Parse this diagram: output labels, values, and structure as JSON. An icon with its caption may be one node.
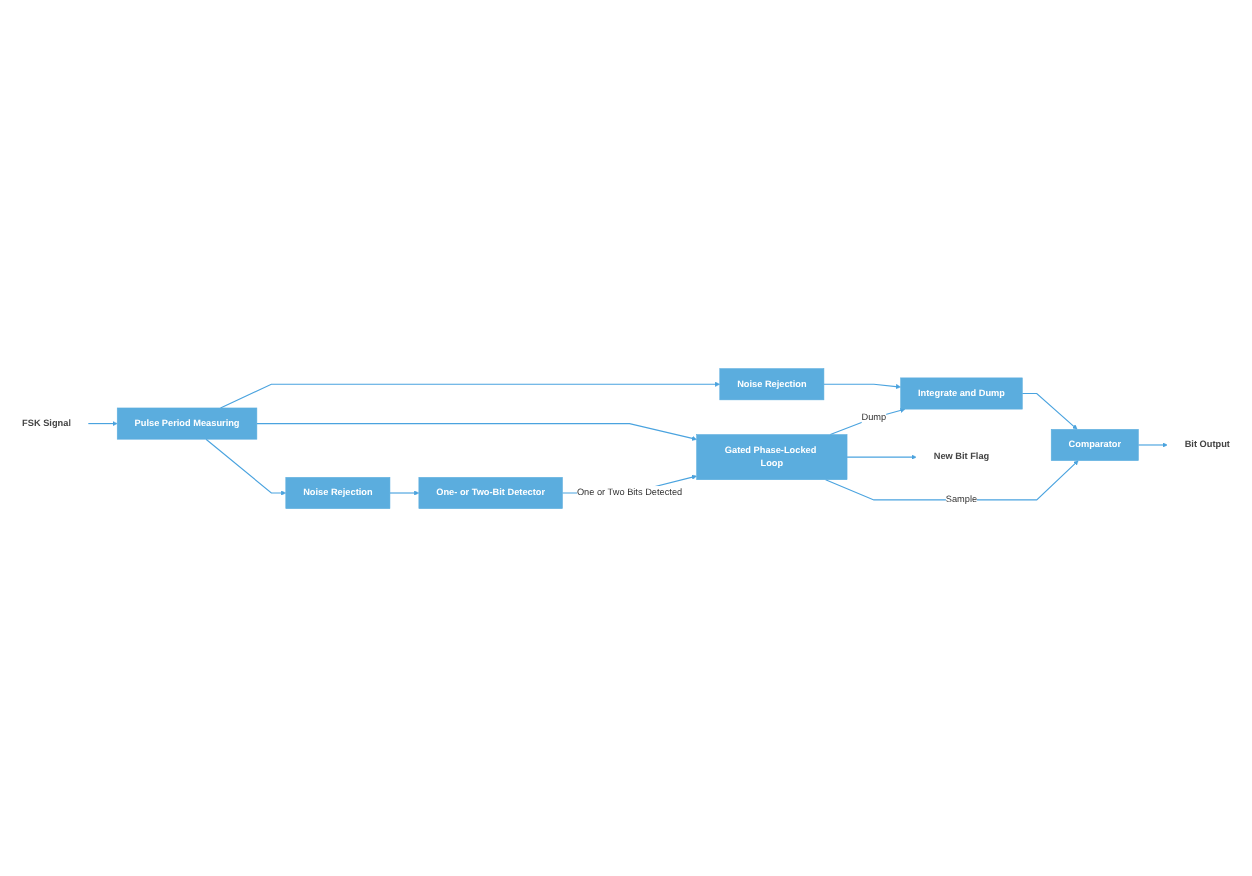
{
  "diagram": {
    "nodes": [
      {
        "text": [
          "FSK Signal"
        ]
      },
      {
        "text": [
          "Pulse Period Measuring"
        ]
      },
      {
        "text": [
          "Noise Rejection"
        ]
      },
      {
        "text": [
          "Integrate and Dump"
        ]
      },
      {
        "text": [
          "Comparator"
        ]
      },
      {
        "text": [
          "Bit Output"
        ]
      },
      {
        "text": [
          "Gated Phase-Locked Loop"
        ]
      },
      {
        "text": [
          "New Bit Flag"
        ]
      },
      {
        "text": [
          "Noise Rejection"
        ]
      },
      {
        "text": [
          "One- or Two-Bit Detector"
        ]
      }
    ],
    "edges": [
      {
        "from": 0,
        "to": 1,
        "arrow": "to"
      },
      {
        "from": 1,
        "to": 2,
        "arrow": "to"
      },
      {
        "from": 1,
        "to": 6,
        "arrow": "to"
      },
      {
        "from": 1,
        "to": 8,
        "arrow": "to"
      },
      {
        "from": 2,
        "to": 3,
        "arrow": "to"
      },
      {
        "from": 3,
        "to": 4,
        "arrow": "to"
      },
      {
        "from": 4,
        "to": 5,
        "arrow": "to"
      },
      {
        "from": 6,
        "to": 3,
        "label": "Dump",
        "arrow": "to"
      },
      {
        "from": 6,
        "to": 4,
        "label": "Sample",
        "arrow": "to"
      },
      {
        "from": 6,
        "to": 7,
        "arrow": "to"
      },
      {
        "from": 8,
        "to": 9,
        "arrow": "to"
      },
      {
        "from": 9,
        "to": 6,
        "label": "One or Two Bits Detected",
        "arrow": "to"
      }
    ]
  }
}
